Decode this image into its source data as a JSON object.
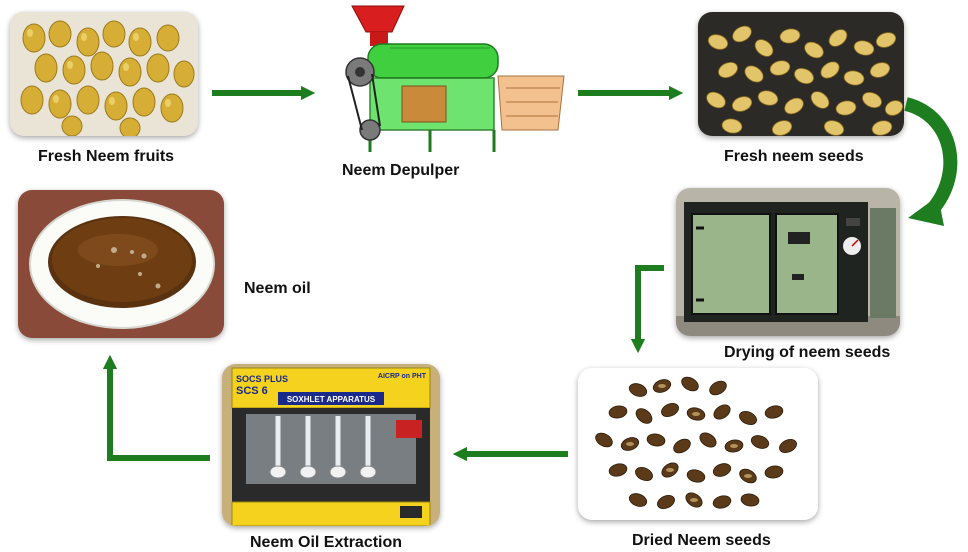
{
  "steps": {
    "fresh_fruits": "Fresh Neem fruits",
    "depulper": "Neem Depulper",
    "fresh_seeds": "Fresh neem seeds",
    "drying": "Drying of neem seeds",
    "dried_seeds": "Dried Neem seeds",
    "extraction": "Neem Oil Extraction",
    "oil": "Neem oil"
  },
  "apparatus": {
    "brand": "SOCS PLUS",
    "model": "SCS 6",
    "name": "SOXHLET APPARATUS",
    "tag": "AICRP on PHT"
  },
  "colors": {
    "arrow": "#1e7d1e",
    "fruit": "#d9b43a",
    "machine": "#3fcf3f",
    "hopper": "#d81e1e"
  }
}
